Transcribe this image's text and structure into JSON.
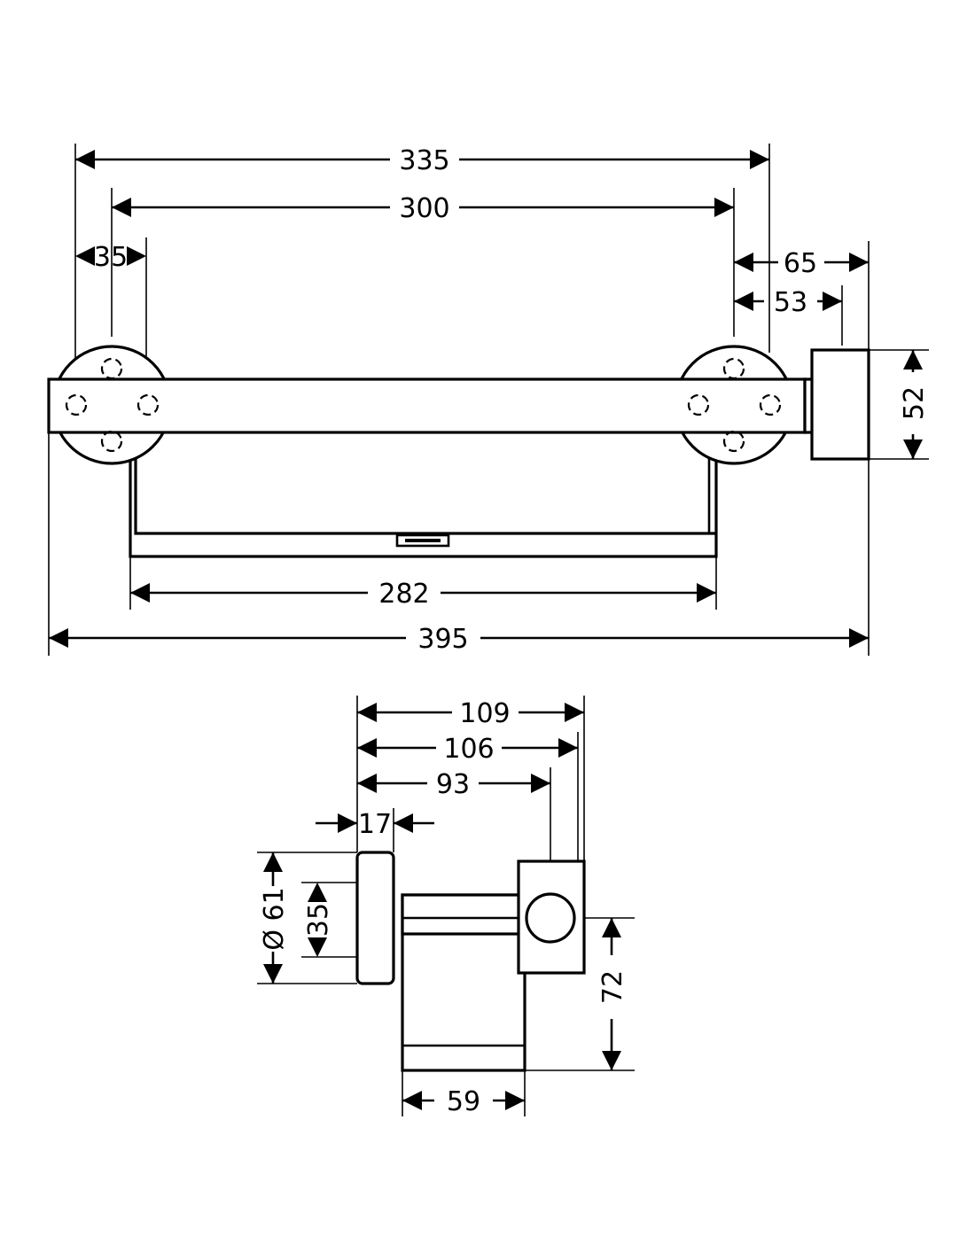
{
  "top_view": {
    "dims": {
      "d335": "335",
      "d300": "300",
      "d35": "35",
      "d65": "65",
      "d53": "53",
      "d52": "52",
      "d282": "282",
      "d395": "395"
    }
  },
  "side_view": {
    "dims": {
      "d109": "109",
      "d106": "106",
      "d93": "93",
      "d17": "17",
      "d61": "Ø 61",
      "d35": "35",
      "d72": "72",
      "d59": "59"
    }
  }
}
